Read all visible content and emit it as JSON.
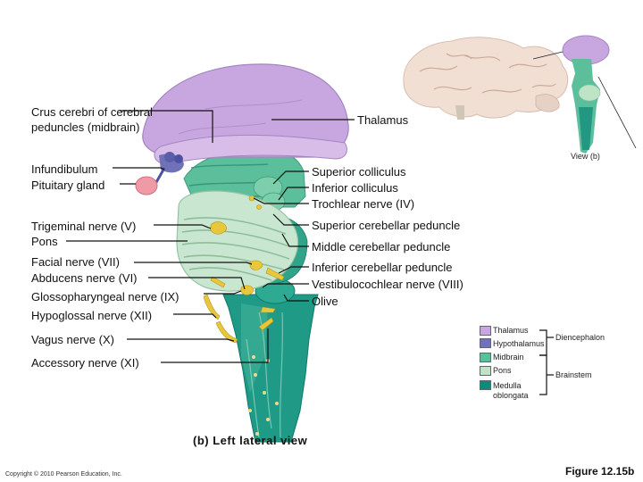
{
  "labels_left": {
    "crus_cerebri": "Crus cerebri of cerebral peduncles (midbrain)",
    "infundibulum": "Infundibulum",
    "pituitary": "Pituitary gland",
    "trigeminal": "Trigeminal nerve (V)",
    "pons": "Pons",
    "facial": "Facial nerve (VII)",
    "abducens": "Abducens nerve (VI)",
    "glossopharyngeal": "Glossopharyngeal nerve (IX)",
    "hypoglossal": "Hypoglossal nerve (XII)",
    "vagus": "Vagus nerve (X)",
    "accessory": "Accessory nerve (XI)"
  },
  "labels_right": {
    "thalamus": "Thalamus",
    "view": "View (b)",
    "superior_colliculus": "Superior colliculus",
    "inferior_colliculus": "Inferior colliculus",
    "trochlear": "Trochlear nerve (IV)",
    "superior_cerebellar": "Superior cerebellar peduncle",
    "middle_cerebellar": "Middle cerebellar peduncle",
    "inferior_cerebellar": "Inferior cerebellar peduncle",
    "vestibulocochlear": "Vestibulocochlear nerve (VIII)",
    "olive": "Olive"
  },
  "legend": {
    "items": [
      {
        "label": "Thalamus",
        "color": "#c8a6df"
      },
      {
        "label": "Hypothalamus",
        "color": "#6f72b8"
      },
      {
        "label": "Midbrain",
        "color": "#5cbf9c"
      },
      {
        "label": "Pons",
        "color": "#bfe3c6"
      },
      {
        "label": "Medulla oblongata",
        "color": "#0f8a7a"
      }
    ],
    "group_diencephalon": "Diencephalon",
    "group_brainstem": "Brainstem"
  },
  "caption": "(b) Left lateral view",
  "copyright": "Copyright © 2010 Pearson Education, Inc.",
  "figure": "Figure 12.15b",
  "colors": {
    "thalamus": "#c8a6df",
    "hypothalamus": "#6f72b8",
    "midbrain": "#5cbf9c",
    "pons": "#bfe3c6",
    "medulla": "#0f8a7a",
    "nerve": "#e8c83a"
  }
}
